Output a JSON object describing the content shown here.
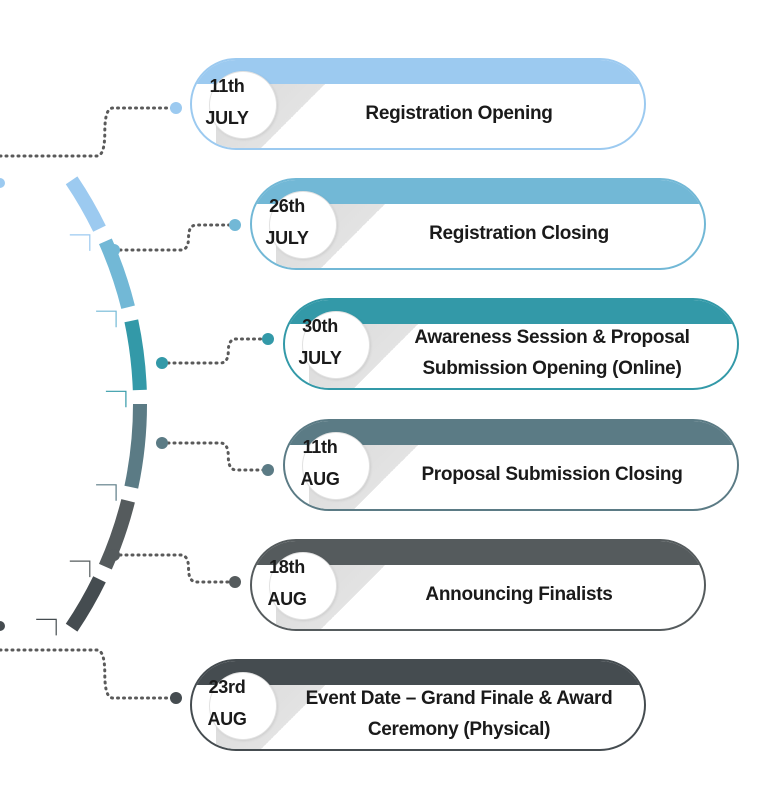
{
  "milestones": [
    {
      "day": "11th",
      "month": "JULY",
      "label": "Registration Opening",
      "color": "#9ccaf0"
    },
    {
      "day": "26th",
      "month": "JULY",
      "label": "Registration Closing",
      "color": "#72b8d6"
    },
    {
      "day": "30th",
      "month": "JULY",
      "label": "Awareness Session & Proposal Submission Opening (Online)",
      "color": "#3399a8"
    },
    {
      "day": "11th",
      "month": "AUG",
      "label": "Proposal Submission Closing",
      "color": "#5b7b85"
    },
    {
      "day": "18th",
      "month": "AUG",
      "label": "Announcing Finalists",
      "color": "#555b5d"
    },
    {
      "day": "23rd",
      "month": "AUG",
      "label": "Event Date – Grand Finale & Award Ceremony (Physical)",
      "color": "#454c50"
    }
  ]
}
